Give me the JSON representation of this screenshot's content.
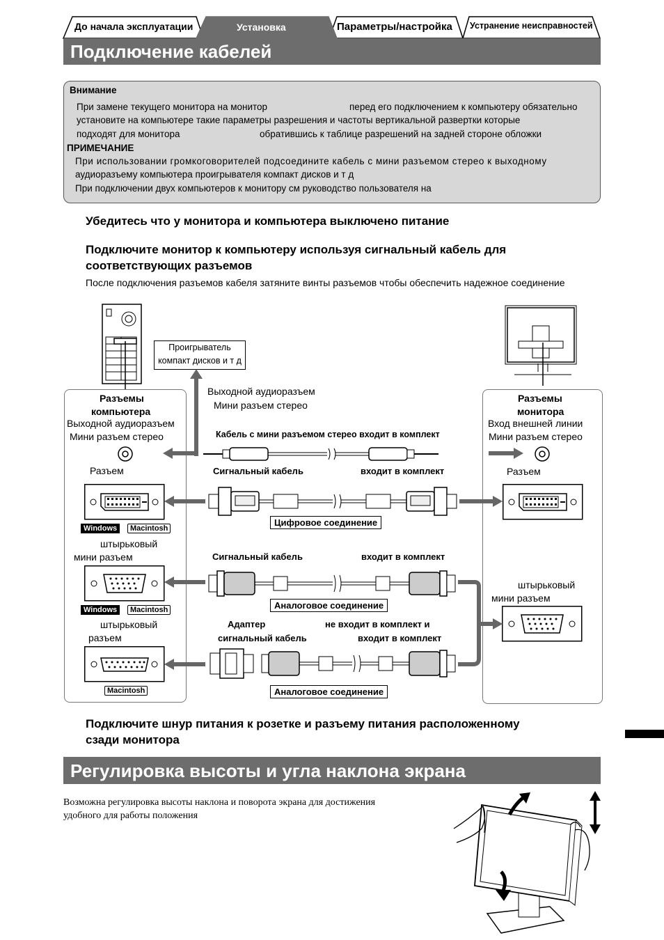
{
  "tabs": [
    {
      "label": "До начала эксплуатации"
    },
    {
      "label": "Установка",
      "active": true
    },
    {
      "label": "Параметры/настройка"
    },
    {
      "label": "Устранение неисправностей"
    }
  ],
  "section1": {
    "title": "Подключение кабелей"
  },
  "notice": {
    "attention_title": "Внимание",
    "attention_lines": [
      "При замене текущего монитора на монитор",
      "перед его подключением к компьютеру обязательно",
      "установите на компьютере такие параметры разрешения и частоты вертикальной развертки  которые",
      "подходят для монитора",
      "обратившись к таблице разрешений  на задней стороне обложки"
    ],
    "note_title": "ПРИМЕЧАНИЕ",
    "note_lines": [
      "При использовании громкоговорителей подсоедините кабель с мини разъемом стерео к выходному",
      "аудиоразъему компьютера  проигрывателя компакт дисков и т д",
      "При подключении двух компьютеров к монитору см  руководство пользователя на"
    ]
  },
  "steps": {
    "step1": "Убедитесь  что у монитора и компьютера выключено питание",
    "step2_line1": "Подключите монитор к компьютеру  используя сигнальный кабель для",
    "step2_line2": "соответствующих разъемов",
    "step2_sub": "После подключения разъемов кабеля затяните винты разъемов  чтобы обеспечить надежное соединение",
    "step3_line1": "Подключите шнур питания к розетке и разъему питания  расположенному",
    "step3_line2": "сзади монитора"
  },
  "diagram": {
    "cd_player_line1": "Проигрыватель",
    "cd_player_line2": "компакт дисков и т д",
    "audio_out_line1": "Выходной аудиоразъем",
    "audio_out_line2": "Мини разъем стерео",
    "pc_panel_title_line1": "Разъемы",
    "pc_panel_title_line2": "компьютера",
    "pc_audio_line1": "Выходной аудиоразъем",
    "pc_audio_line2": "Мини разъем стерео",
    "pc_port1_label": "Разъем",
    "pc_port2_label_line1": "штырьковый",
    "pc_port2_label_line2": "мини разъем",
    "pc_port3_label_line1": "штырьковый",
    "pc_port3_label_line2": "разъем",
    "mon_panel_title_line1": "Разъемы",
    "mon_panel_title_line2": "монитора",
    "mon_audio_line1": "Вход внешней линии",
    "mon_audio_line2": "Мини разъем стерео",
    "mon_port1_label": "Разъем",
    "mon_port2_label_line1": "штырьковый",
    "mon_port2_label_line2": "мини разъем",
    "stereo_cable": "Кабель с мини разъемом стерео  входит в комплект",
    "signal_cable_1": "Сигнальный кабель",
    "signal_cable_1_note": "входит в комплект",
    "digital_connection": "Цифровое соединение",
    "signal_cable_2": "Сигнальный кабель",
    "signal_cable_2_note": "входит в комплект",
    "analog_connection_1": "Аналоговое соединение",
    "adapter_line1": "Адаптер",
    "adapter_line2": "сигнальный кабель",
    "adapter_note_line1": "не входит в комплект  и",
    "adapter_note_line2": "входит в комплект",
    "analog_connection_2": "Аналоговое соединение",
    "badge_windows": "Windows",
    "badge_macintosh": "Macintosh"
  },
  "section2": {
    "title": "Регулировка высоты и угла наклона экрана",
    "text_line1": "Возможна регулировка высоты  наклона и поворота экрана для достижения",
    "text_line2": "удобного для работы положения"
  }
}
